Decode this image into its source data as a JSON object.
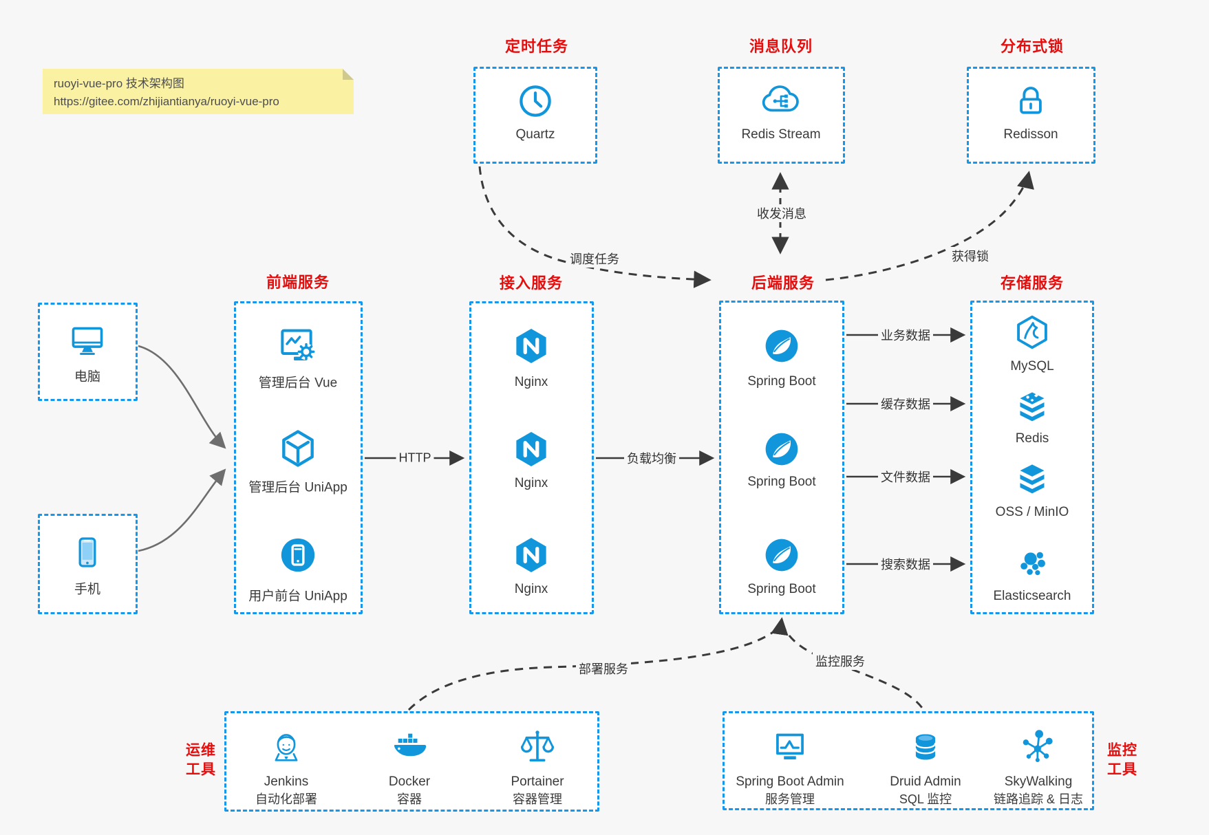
{
  "note": {
    "title": "ruoyi-vue-pro 技术架构图",
    "url": "https://gitee.com/zhijiantianya/ruoyi-vue-pro"
  },
  "colors": {
    "icon_blue": "#1296db",
    "border_blue": "#1598ec",
    "title_red": "#e60d0d",
    "line_dark": "#3a3a3a",
    "line_gray": "#6e6e6e",
    "page_bg": "#f7f7f8"
  },
  "clients": {
    "pc": {
      "label": "电脑",
      "icon": "computer-icon"
    },
    "phone": {
      "label": "手机",
      "icon": "smartphone-icon"
    }
  },
  "groups": {
    "scheduler": {
      "title": "定时任务",
      "item": {
        "label": "Quartz",
        "icon": "clock-icon"
      }
    },
    "mq": {
      "title": "消息队列",
      "item": {
        "label": "Redis Stream",
        "icon": "cloud-stream-icon"
      }
    },
    "lock": {
      "title": "分布式锁",
      "item": {
        "label": "Redisson",
        "icon": "padlock-icon"
      }
    },
    "frontend": {
      "title": "前端服务",
      "items": [
        {
          "label": "管理后台 Vue",
          "icon": "admin-vue-icon"
        },
        {
          "label": "管理后台 UniApp",
          "icon": "uniapp-box-icon"
        },
        {
          "label": "用户前台 UniApp",
          "icon": "user-app-icon"
        }
      ]
    },
    "gateway": {
      "title": "接入服务",
      "items": [
        {
          "label": "Nginx",
          "icon": "nginx-icon"
        },
        {
          "label": "Nginx",
          "icon": "nginx-icon"
        },
        {
          "label": "Nginx",
          "icon": "nginx-icon"
        }
      ]
    },
    "backend": {
      "title": "后端服务",
      "items": [
        {
          "label": "Spring Boot",
          "icon": "spring-boot-icon"
        },
        {
          "label": "Spring Boot",
          "icon": "spring-boot-icon"
        },
        {
          "label": "Spring Boot",
          "icon": "spring-boot-icon"
        }
      ]
    },
    "storage": {
      "title": "存储服务",
      "items": [
        {
          "label": "MySQL",
          "icon": "mysql-icon"
        },
        {
          "label": "Redis",
          "icon": "redis-stack-icon"
        },
        {
          "label": "OSS / MinIO",
          "icon": "object-storage-icon"
        },
        {
          "label": "Elasticsearch",
          "icon": "elasticsearch-icon"
        }
      ]
    },
    "ops": {
      "title_lines": [
        "运维",
        "工具"
      ],
      "items": [
        {
          "name": "Jenkins",
          "desc": "自动化部署",
          "icon": "jenkins-icon"
        },
        {
          "name": "Docker",
          "desc": "容器",
          "icon": "docker-icon"
        },
        {
          "name": "Portainer",
          "desc": "容器管理",
          "icon": "portainer-scales-icon"
        }
      ]
    },
    "monitoring": {
      "title_lines": [
        "监控",
        "工具"
      ],
      "items": [
        {
          "name": "Spring Boot Admin",
          "desc": "服务管理",
          "icon": "monitor-pulse-icon"
        },
        {
          "name": "Druid Admin",
          "desc": "SQL 监控",
          "icon": "database-icon"
        },
        {
          "name": "SkyWalking",
          "desc": "链路追踪 & 日志",
          "icon": "topology-icon"
        }
      ]
    }
  },
  "edges": {
    "http": "HTTP",
    "load_balance": "负载均衡",
    "schedule": "调度任务",
    "messaging": "收发消息",
    "acquire_lock": "获得锁",
    "business_data": "业务数据",
    "cache_data": "缓存数据",
    "file_data": "文件数据",
    "search_data": "搜索数据",
    "deploy": "部署服务",
    "monitor": "监控服务"
  }
}
